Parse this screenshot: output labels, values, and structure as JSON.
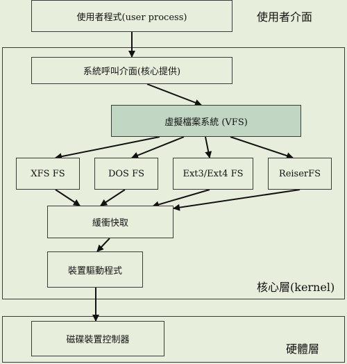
{
  "layers": {
    "user": "使用者介面",
    "kernel": "核心層(kernel)",
    "hardware": "硬體層"
  },
  "nodes": {
    "user_process": "使用者程式(user process)",
    "syscall": "系統呼叫介面(核心提供)",
    "vfs": "虛擬檔案系統 (VFS)",
    "xfs": "XFS FS",
    "dos": "DOS FS",
    "ext": "Ext3/Ext4 FS",
    "reiser": "ReiserFS",
    "cache": "緩衝快取",
    "driver": "裝置驅動程式",
    "controller": "磁碟裝置控制器"
  },
  "colors": {
    "background": "#e7eedc",
    "vfs_fill": "#c2d6c4",
    "border": "#3a3a3a"
  }
}
